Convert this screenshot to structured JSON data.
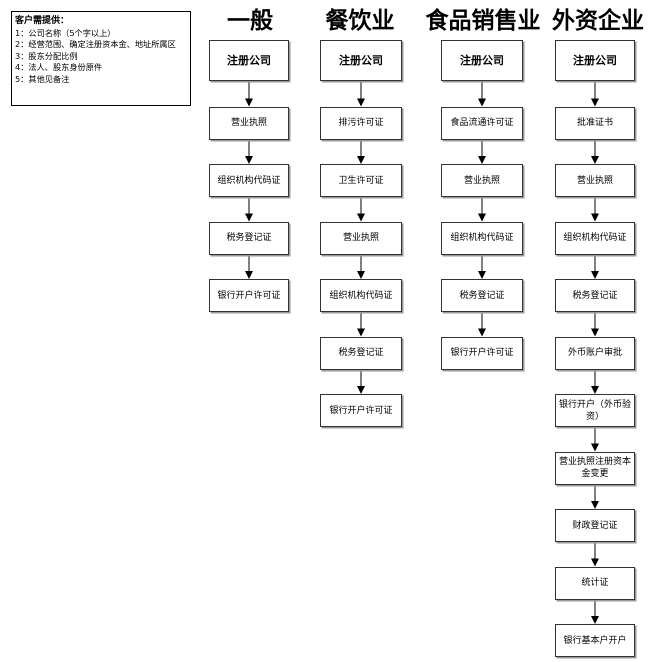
{
  "notes": {
    "title": "客户需提供：",
    "lines": [
      "1：公司名称（5个字以上）",
      "2：经营范围、确定注册资本金、地址所属区",
      "3：股东分配比例",
      "4：法人、股东身份原件",
      "5：其他见备注"
    ]
  },
  "columns": [
    {
      "header": "一般",
      "steps": [
        "注册公司",
        "营业执照",
        "组织机构代码证",
        "税务登记证",
        "银行开户许可证"
      ]
    },
    {
      "header": "餐饮业",
      "steps": [
        "注册公司",
        "排污许可证",
        "卫生许可证",
        "营业执照",
        "组织机构代码证",
        "税务登记证",
        "银行开户许可证"
      ]
    },
    {
      "header": "食品销售业",
      "steps": [
        "注册公司",
        "食品流通许可证",
        "营业执照",
        "组织机构代码证",
        "税务登记证",
        "银行开户许可证"
      ]
    },
    {
      "header": "外资企业",
      "steps": [
        "注册公司",
        "批准证书",
        "营业执照",
        "组织机构代码证",
        "税务登记证",
        "外币账户审批",
        "银行开户（外币验资）",
        "营业执照注册资本金变更",
        "财政登记证",
        "统计证",
        "银行基本户开户"
      ]
    }
  ]
}
